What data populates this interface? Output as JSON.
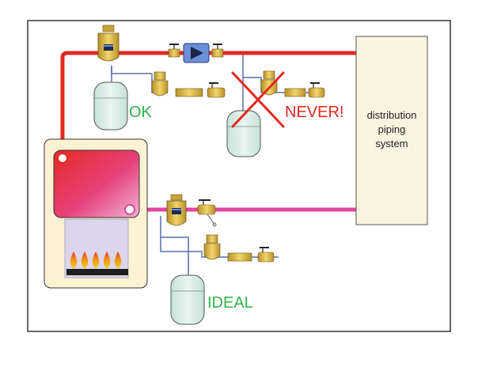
{
  "labels": {
    "ok": "OK",
    "never": "NEVER!",
    "ideal": "IDEAL",
    "distribution_line1": "distribution",
    "distribution_line2": "piping",
    "distribution_line3": "system"
  },
  "colors": {
    "supply_pipe": "#e4281f",
    "return_pipe": "#e0479c",
    "label_green": "#2eb24a",
    "label_red": "#e3281f",
    "boiler_cabinet": "#fdf3d2",
    "brass": "#d6b43c",
    "pump_blue": "#6b8fd8",
    "tank_fill": "#dceee8",
    "distribution_box": "#faf3e0"
  }
}
